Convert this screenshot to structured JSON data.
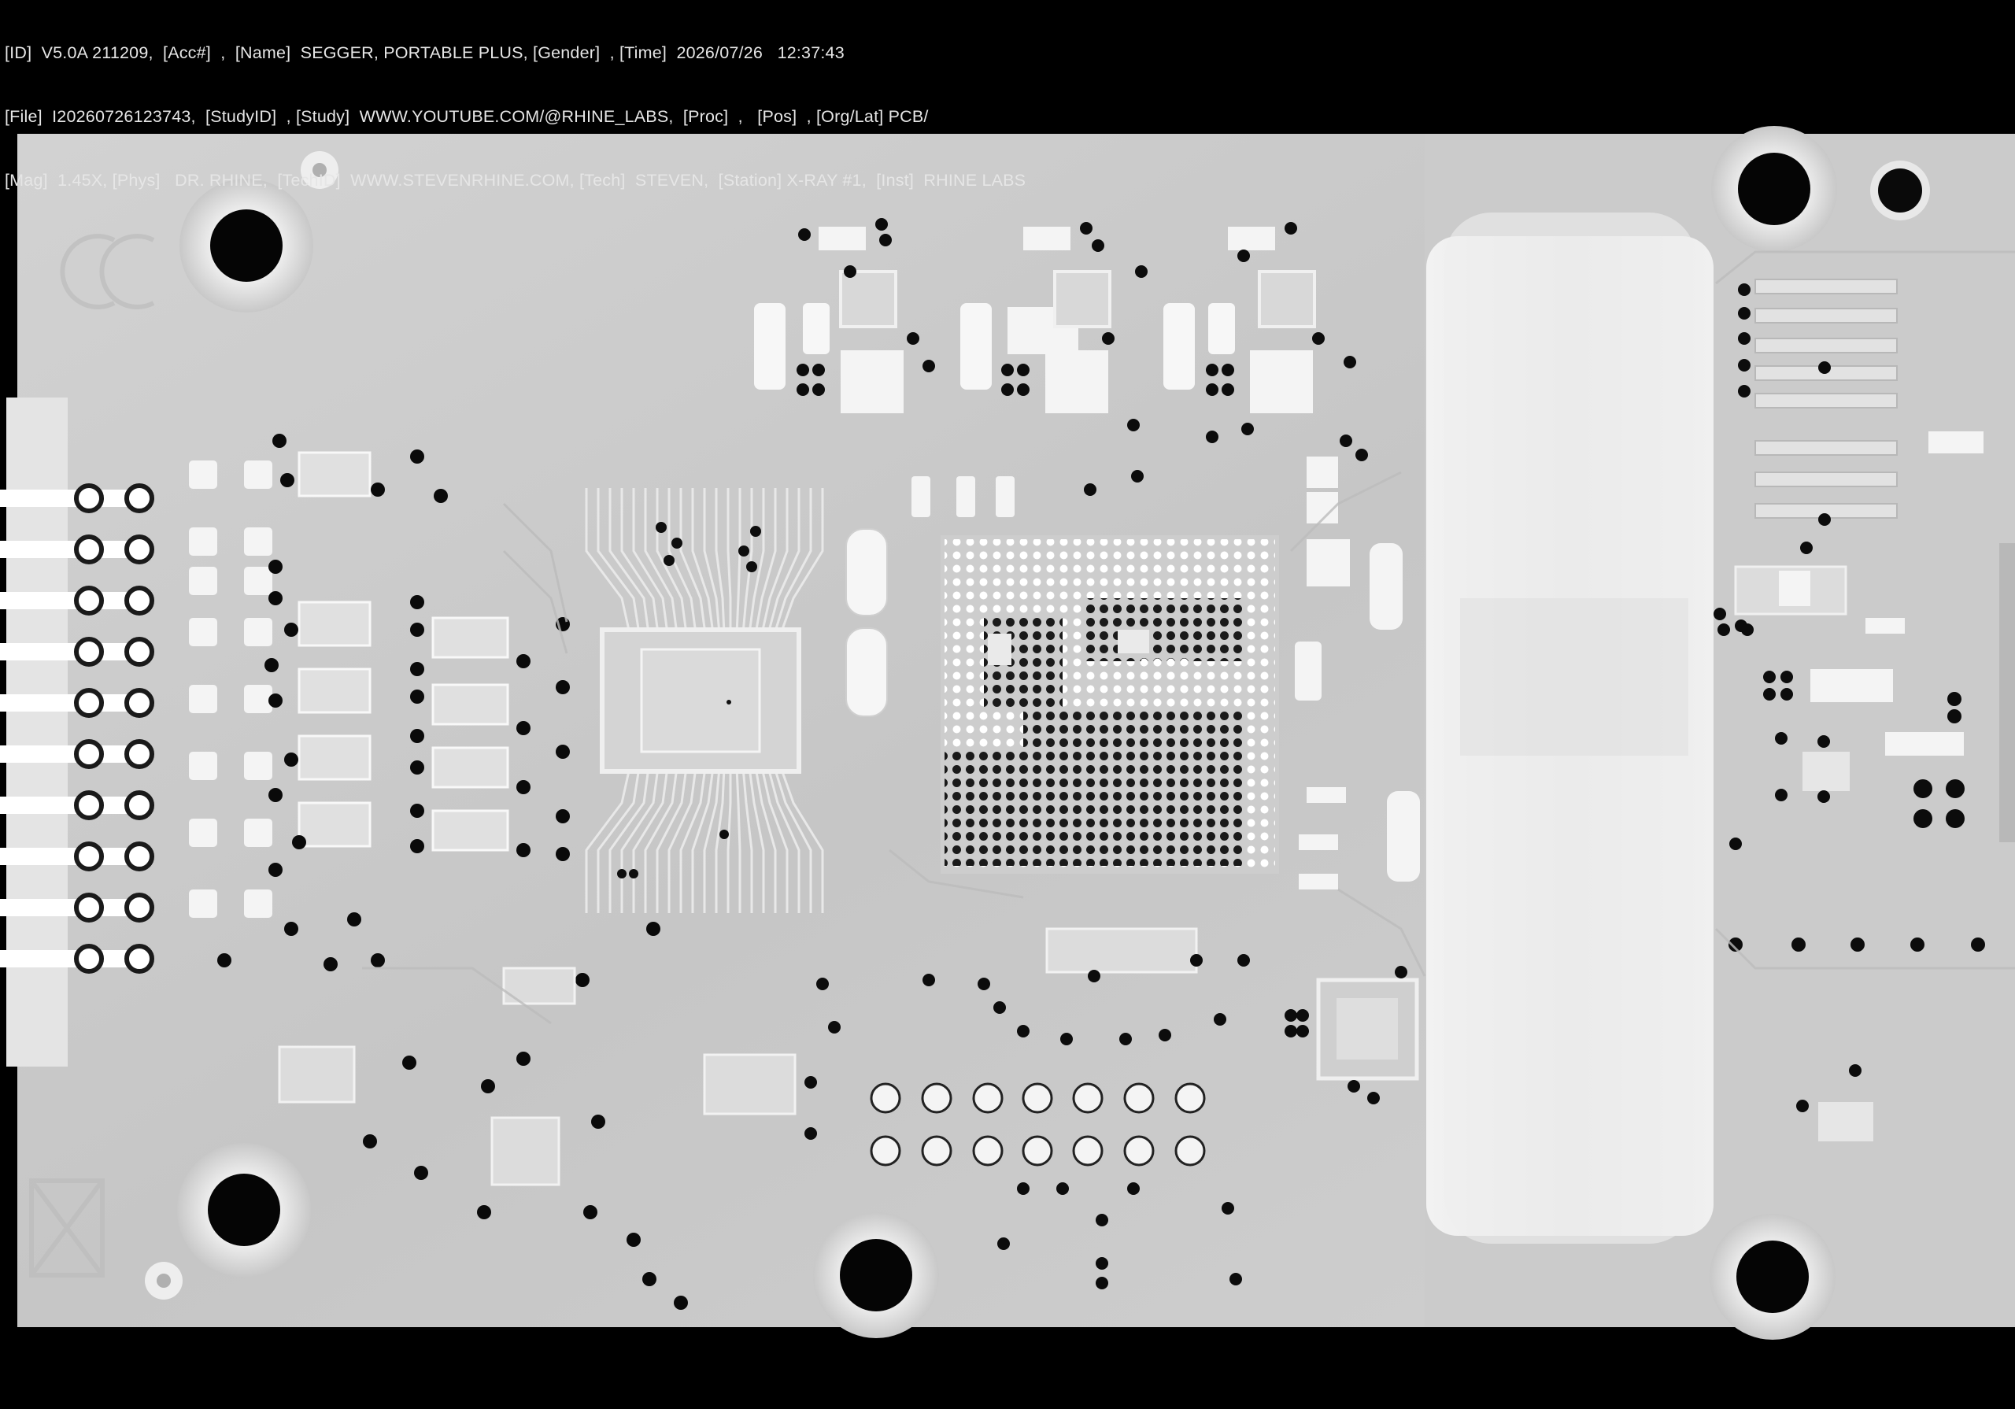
{
  "header": {
    "line1": "[ID]  V5.0A 211209,  [Acc#]  ,  [Name]  SEGGER, PORTABLE PLUS, [Gender]  , [Time]  2026/07/26   12:37:43",
    "line2": "[File]  I20260726123743,  [StudyID]  , [Study]  WWW.YOUTUBE.COM/@RHINE_LABS,  [Proc]  ,   [Pos]  , [Org/Lat] PCB/",
    "line3": "[Mag]  1.45X, [Phys]   DR. RHINE,  [TechID]  WWW.STEVENRHINE.COM, [Tech]  STEVEN,  [Station] X-RAY #1,  [Inst]  RHINE LABS"
  },
  "image": {
    "subject": "x-ray-pcb",
    "colors": {
      "background": "#000000",
      "board": "#c9c9c9",
      "board_light": "#e2e2e2",
      "dense": "#ffffff",
      "void": "#050505"
    }
  }
}
